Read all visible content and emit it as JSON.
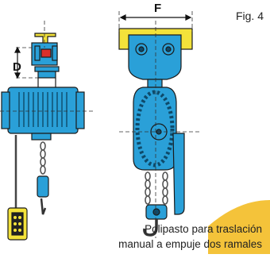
{
  "figure": {
    "label": "Fig. 4",
    "dimension_f": "F",
    "dimension_d": "D",
    "caption_line1": "Polipasto para traslación",
    "caption_line2": "manual a empuje dos ramales"
  },
  "colors": {
    "hoist_blue": "#2aa0d8",
    "beam_yellow": "#f3e23a",
    "accent_red": "#d9302a",
    "caption_highlight": "#f4c33a",
    "outline": "#1a1a1a"
  }
}
